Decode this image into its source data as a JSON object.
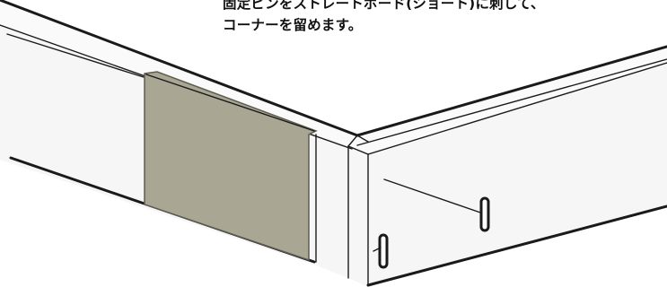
{
  "instruction": {
    "lines": [
      "固定ピンをストレートボード(ショート)に刺して、",
      "コーナーを留めます。"
    ]
  },
  "colors": {
    "line": "#1a1a1a",
    "board_face": "#f6f6f6",
    "board_top": "#fafafa",
    "board_side": "#eeeeee",
    "panel_fill": "#a9a694",
    "panel_edge": "#5e5c52",
    "background": "#ffffff"
  },
  "parts": {
    "left_board": "straight-board-short",
    "right_board": "straight-board-short",
    "inset_panel": "sheet-panel",
    "pins": [
      "fixing-pin",
      "fixing-pin"
    ]
  }
}
